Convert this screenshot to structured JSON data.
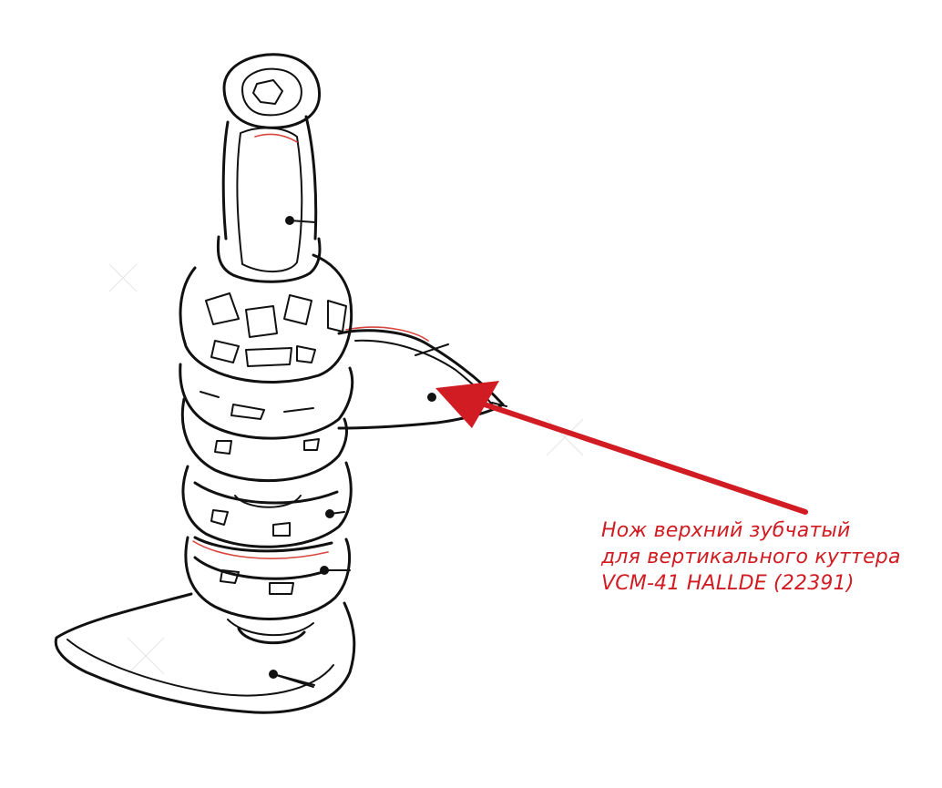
{
  "caption": {
    "lines": [
      "Нож верхний зубчатый",
      "для вертикального куттера",
      "VCM-41 HALLDE (22391)"
    ],
    "color": "#d01c22"
  },
  "arrow": {
    "color": "#d01c22"
  },
  "drawing": {
    "line_color": "#111111",
    "accent_color": "#d8463f"
  }
}
